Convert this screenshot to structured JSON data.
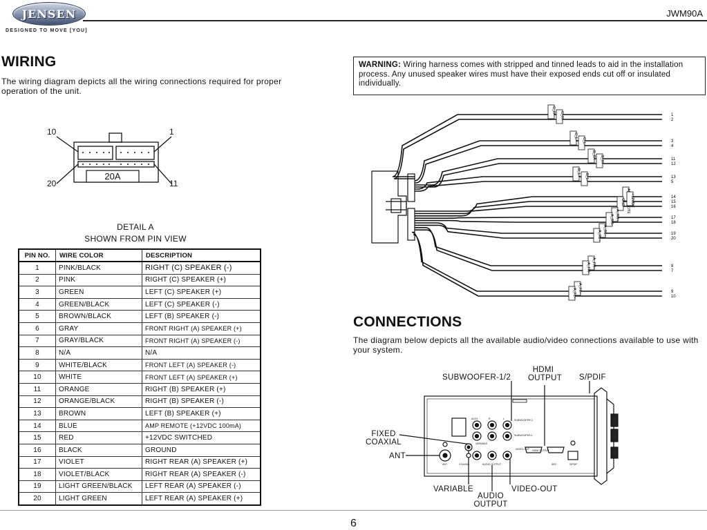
{
  "header": {
    "brand": "JENSEN",
    "tagline": "DESIGNED TO MOVE [YOU]",
    "model": "JWM90A"
  },
  "wiring": {
    "title": "WIRING",
    "intro": "The wiring diagram depicts all the wiring connections required for proper operation of the unit.",
    "warning_label": "WARNING:",
    "warning_text": "Wiring harness comes with stripped and tinned leads to aid in the installation process. Any unused speaker wires must have their exposed ends cut off or insulated individually.",
    "connector": {
      "pin_10": "10",
      "pin_1": "1",
      "pin_20": "20",
      "pin_11": "11",
      "fuse_label": "20A",
      "caption_line1": "DETAIL A",
      "caption_line2": "SHOWN FROM PIN VIEW"
    },
    "table": {
      "headers": [
        "PIN NO.",
        "WIRE COLOR",
        "DESCRIPTION"
      ],
      "rows": [
        [
          "1",
          "PINK/BLACK",
          "RIGHT (C) SPEAKER (-)"
        ],
        [
          "2",
          "PINK",
          "RIGHT (C) SPEAKER (+)"
        ],
        [
          "3",
          "GREEN",
          "LEFT (C) SPEAKER (+)"
        ],
        [
          "4",
          "GREEN/BLACK",
          "LEFT (C) SPEAKER (-)"
        ],
        [
          "5",
          "BROWN/BLACK",
          "LEFT (B) SPEAKER (-)"
        ],
        [
          "6",
          "GRAY",
          "FRONT RIGHT (A) SPEAKER (+)"
        ],
        [
          "7",
          "GRAY/BLACK",
          "FRONT RIGHT (A) SPEAKER (-)"
        ],
        [
          "8",
          "N/A",
          "N/A"
        ],
        [
          "9",
          "WHITE/BLACK",
          "FRONT LEFT (A) SPEAKER (-)"
        ],
        [
          "10",
          "WHITE",
          "FRONT LEFT (A) SPEAKER (+)"
        ],
        [
          "11",
          "ORANGE",
          "RIGHT (B) SPEAKER (+)"
        ],
        [
          "12",
          "ORANGE/BLACK",
          "RIGHT (B) SPEAKER (-)"
        ],
        [
          "13",
          "BROWN",
          "LEFT (B) SPEAKER (+)"
        ],
        [
          "14",
          "BLUE",
          "AMP REMOTE (+12VDC 100mA)"
        ],
        [
          "15",
          "RED",
          "+12VDC SWITCHED"
        ],
        [
          "16",
          "BLACK",
          "GROUND"
        ],
        [
          "17",
          "VIOLET",
          "RIGHT REAR (A) SPEAKER (+)"
        ],
        [
          "18",
          "VIOLET/BLACK",
          "RIGHT REAR (A) SPEAKER (-)"
        ],
        [
          "19",
          "LIGHT GREEN/BLACK",
          "LEFT REAR (A) SPEAKER (-)"
        ],
        [
          "20",
          "LIGHT GREEN",
          "LEFT REAR (A) SPEAKER (+)"
        ]
      ]
    },
    "harness_pin_numbers": [
      "1",
      "2",
      "3",
      "4",
      "11",
      "12",
      "13",
      "5",
      "14",
      "15",
      "16",
      "17",
      "18",
      "19",
      "20",
      "8",
      "7",
      "9",
      "10"
    ],
    "harness_wire_labels": [
      "C_R-",
      "C_R+",
      "C_L+",
      "C_L-",
      "B_R+",
      "B_R-",
      "B_L+",
      "B_L-",
      "AMP REMOTE",
      "+12VDC",
      "GND",
      "A_RR+",
      "A_RR-",
      "A_RL-",
      "A_RL+",
      "A_FR+",
      "A_FR-",
      "A_FL-",
      "A_FL+"
    ]
  },
  "connections": {
    "title": "CONNECTIONS",
    "intro": "The diagram below depicts all the available audio/video connections available to use with your system.",
    "callouts": {
      "subwoofer": "SUBWOOFER-1/2",
      "hdmi_line1": "HDMI",
      "hdmi_line2": "OUTPUT",
      "spdif": "S/PDIF",
      "fixed_line1": "FIXED",
      "fixed_line2": "COAXIAL",
      "ant": "ANT",
      "variable": "VARIABLE",
      "audio_line1": "AUDIO",
      "audio_line2": "OUTPUT",
      "video_out": "VIDEO-OUT"
    },
    "panel_labels": {
      "aux": "AUX3",
      "r": "R",
      "l": "L",
      "sub2": "SUBWOOFER-2",
      "sub1": "SUBWOOFER-1",
      "variable": "VARIABLE",
      "video_out": "VIDEO-OUT",
      "hdmi_out": "HDMI OUTPUT",
      "ant": "ANT",
      "coaxial": "COAXIAL",
      "audio_output": "AUDIO OUTPUT",
      "arc": "ARC",
      "spdif": "S/PDIF"
    }
  },
  "footer": {
    "page_number": "6"
  }
}
